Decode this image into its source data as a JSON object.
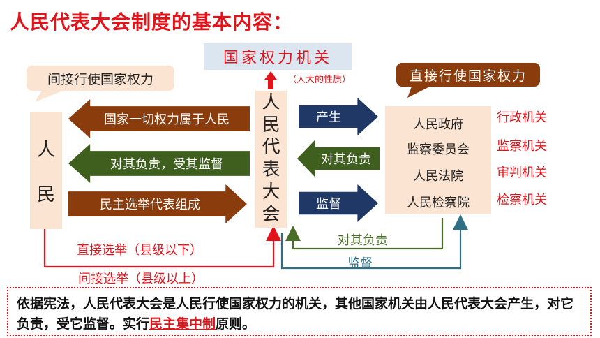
{
  "title": "人民代表大会制度的基本内容：",
  "top_center": {
    "label": "国家权力机关",
    "nature_note": "（人大的性质）"
  },
  "left_bubble": "间接行使国家权力",
  "right_bubble": "直接行使国家权力",
  "people_chars": [
    "人",
    "民"
  ],
  "npc_chars": [
    "人",
    "民",
    "代",
    "表",
    "大",
    "会"
  ],
  "left_arrows": [
    "国家一切权力属于人民",
    "对其负责，受其监督",
    "民主选举代表组成"
  ],
  "middle_arrows": [
    "产生",
    "对其负责",
    "监督"
  ],
  "organs": [
    "人民政府",
    "监察委员会",
    "人民法院",
    "人民检察院"
  ],
  "organ_types": [
    "行政机关",
    "监察机关",
    "审判机关",
    "检察机关"
  ],
  "election_lines": {
    "direct": "直接选举（县级以下）",
    "indirect": "间接选举（县级以上）"
  },
  "bottom_lines": {
    "responsible": "对其负责",
    "supervise": "监督"
  },
  "note": {
    "part1": "依据宪法，人民代表大会是人民行使国家权力的机关，其他国家机关由人民代表大会产生，对它负责，受它监督。实行",
    "highlight": "民主集中制",
    "part2": "原则。"
  },
  "colors": {
    "red": "#e0141a",
    "arrow_brown": "#8b3c0c",
    "arrow_green": "#3e5f1e",
    "arrow_navy": "#1f3866",
    "peach": "#fbe4d1",
    "light_blue": "#dce6f0",
    "line_teal": "#2e6f86",
    "line_green": "#4a6e2a"
  }
}
